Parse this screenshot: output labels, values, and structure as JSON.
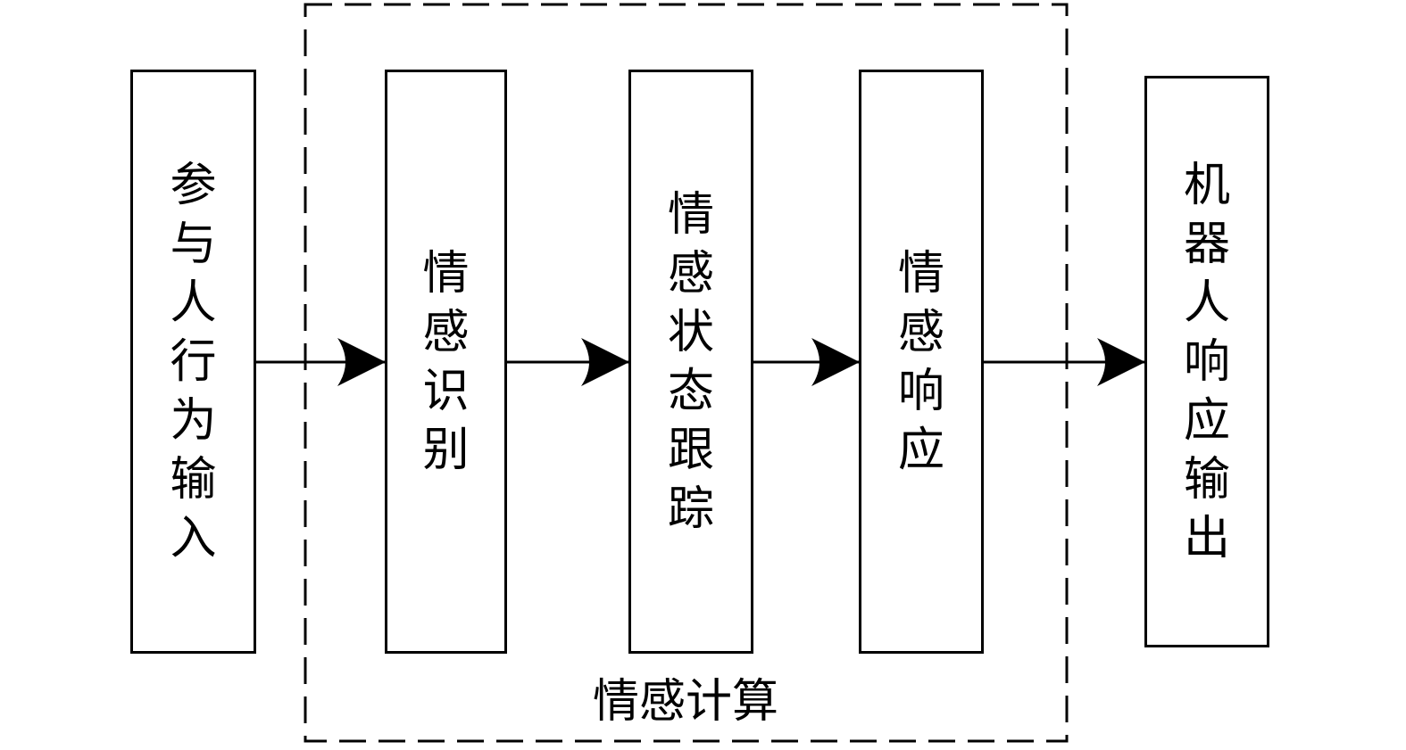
{
  "nodes": {
    "input": {
      "label": "参与人行为输入"
    },
    "recog": {
      "label": "情感识别"
    },
    "track": {
      "label": "情感状态跟踪"
    },
    "response": {
      "label": "情感响应"
    },
    "output": {
      "label": "机器人响应输出"
    }
  },
  "group": {
    "label": "情感计算"
  },
  "edges": [
    {
      "from": "input",
      "to": "recog"
    },
    {
      "from": "recog",
      "to": "track"
    },
    {
      "from": "track",
      "to": "response"
    },
    {
      "from": "response",
      "to": "output"
    }
  ]
}
